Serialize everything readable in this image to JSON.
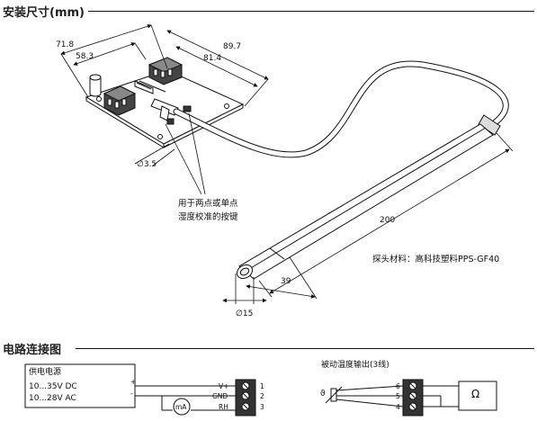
{
  "sections": {
    "install_title": "安装尺寸(mm)",
    "wiring_title": "电路连接图"
  },
  "dimensions": {
    "d_71_8": "71.8",
    "d_58_3": "58.3",
    "d_89_7": "89.7",
    "d_81_4": "81.4",
    "d_3_5": "∅3.5",
    "d_200": "200",
    "d_39": "39",
    "d_15": "∅15"
  },
  "notes": {
    "button_note_line1": "用于两点或单点",
    "button_note_line2": "湿度校准的按键",
    "probe_material": "探头材料：高科技塑料PPS-GF40"
  },
  "power_supply": {
    "title": "供电电源",
    "dc": "10...35V DC",
    "ac": "10...28V AC",
    "plus": "+",
    "minus": "-"
  },
  "terminal_left": {
    "labels": [
      "V+",
      "GND",
      "RH"
    ],
    "numbers": [
      "1",
      "2",
      "3"
    ]
  },
  "meter": {
    "label": "mA"
  },
  "passive_output": {
    "title": "被动温度输出(3线)",
    "numbers": [
      "6",
      "5",
      "4"
    ],
    "ohm": "Ω",
    "sensor_symbol": "ϑ"
  }
}
